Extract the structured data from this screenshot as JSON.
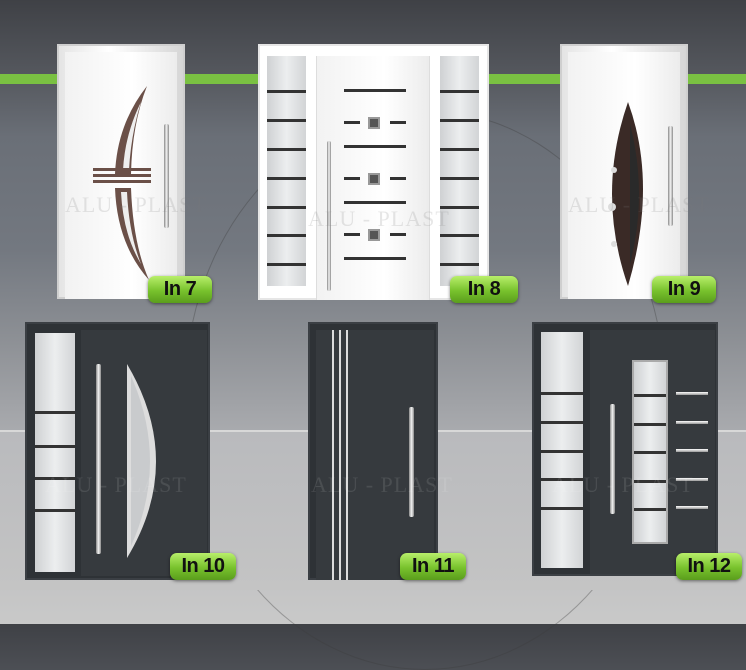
{
  "watermark": "ALU - PLAST",
  "colors": {
    "accent_green": "#7ac142",
    "door_dark": "#363a3e",
    "door_white": "#ffffff"
  },
  "doors": [
    {
      "label": "In 7",
      "finish": "white"
    },
    {
      "label": "In 8",
      "finish": "white"
    },
    {
      "label": "In 9",
      "finish": "white"
    },
    {
      "label": "In 10",
      "finish": "anthracite"
    },
    {
      "label": "In 11",
      "finish": "anthracite"
    },
    {
      "label": "In 12",
      "finish": "anthracite"
    }
  ]
}
